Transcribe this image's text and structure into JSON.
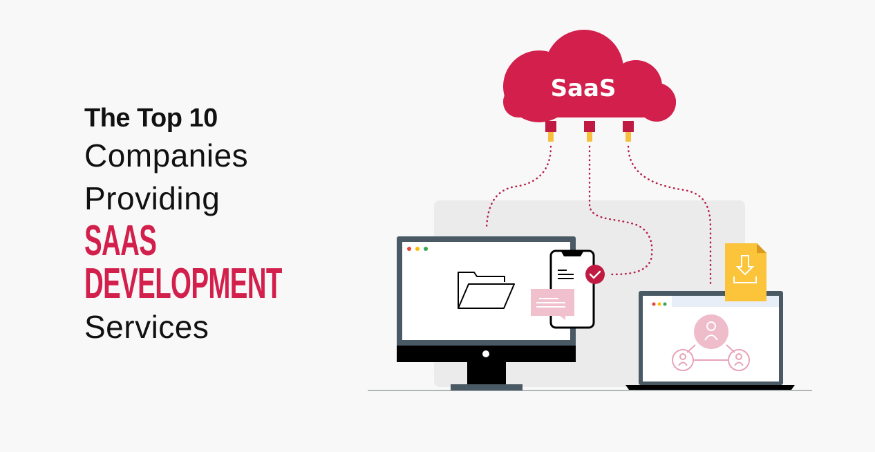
{
  "headline": {
    "line1": "The Top 10",
    "line2": "Companies",
    "line3": "Providing",
    "highlight1": "SAAS",
    "highlight2": "DEVELOPMENT",
    "line4": "Services"
  },
  "illustration": {
    "cloud_label": "SaaS",
    "colors": {
      "accent": "#d21f4c",
      "connector_tip": "#f7bf3e",
      "device_frame": "#4a5a65",
      "panel_bg": "#ebebeb",
      "pink": "#f1c0cd",
      "file_yellow": "#fbc43a"
    }
  }
}
